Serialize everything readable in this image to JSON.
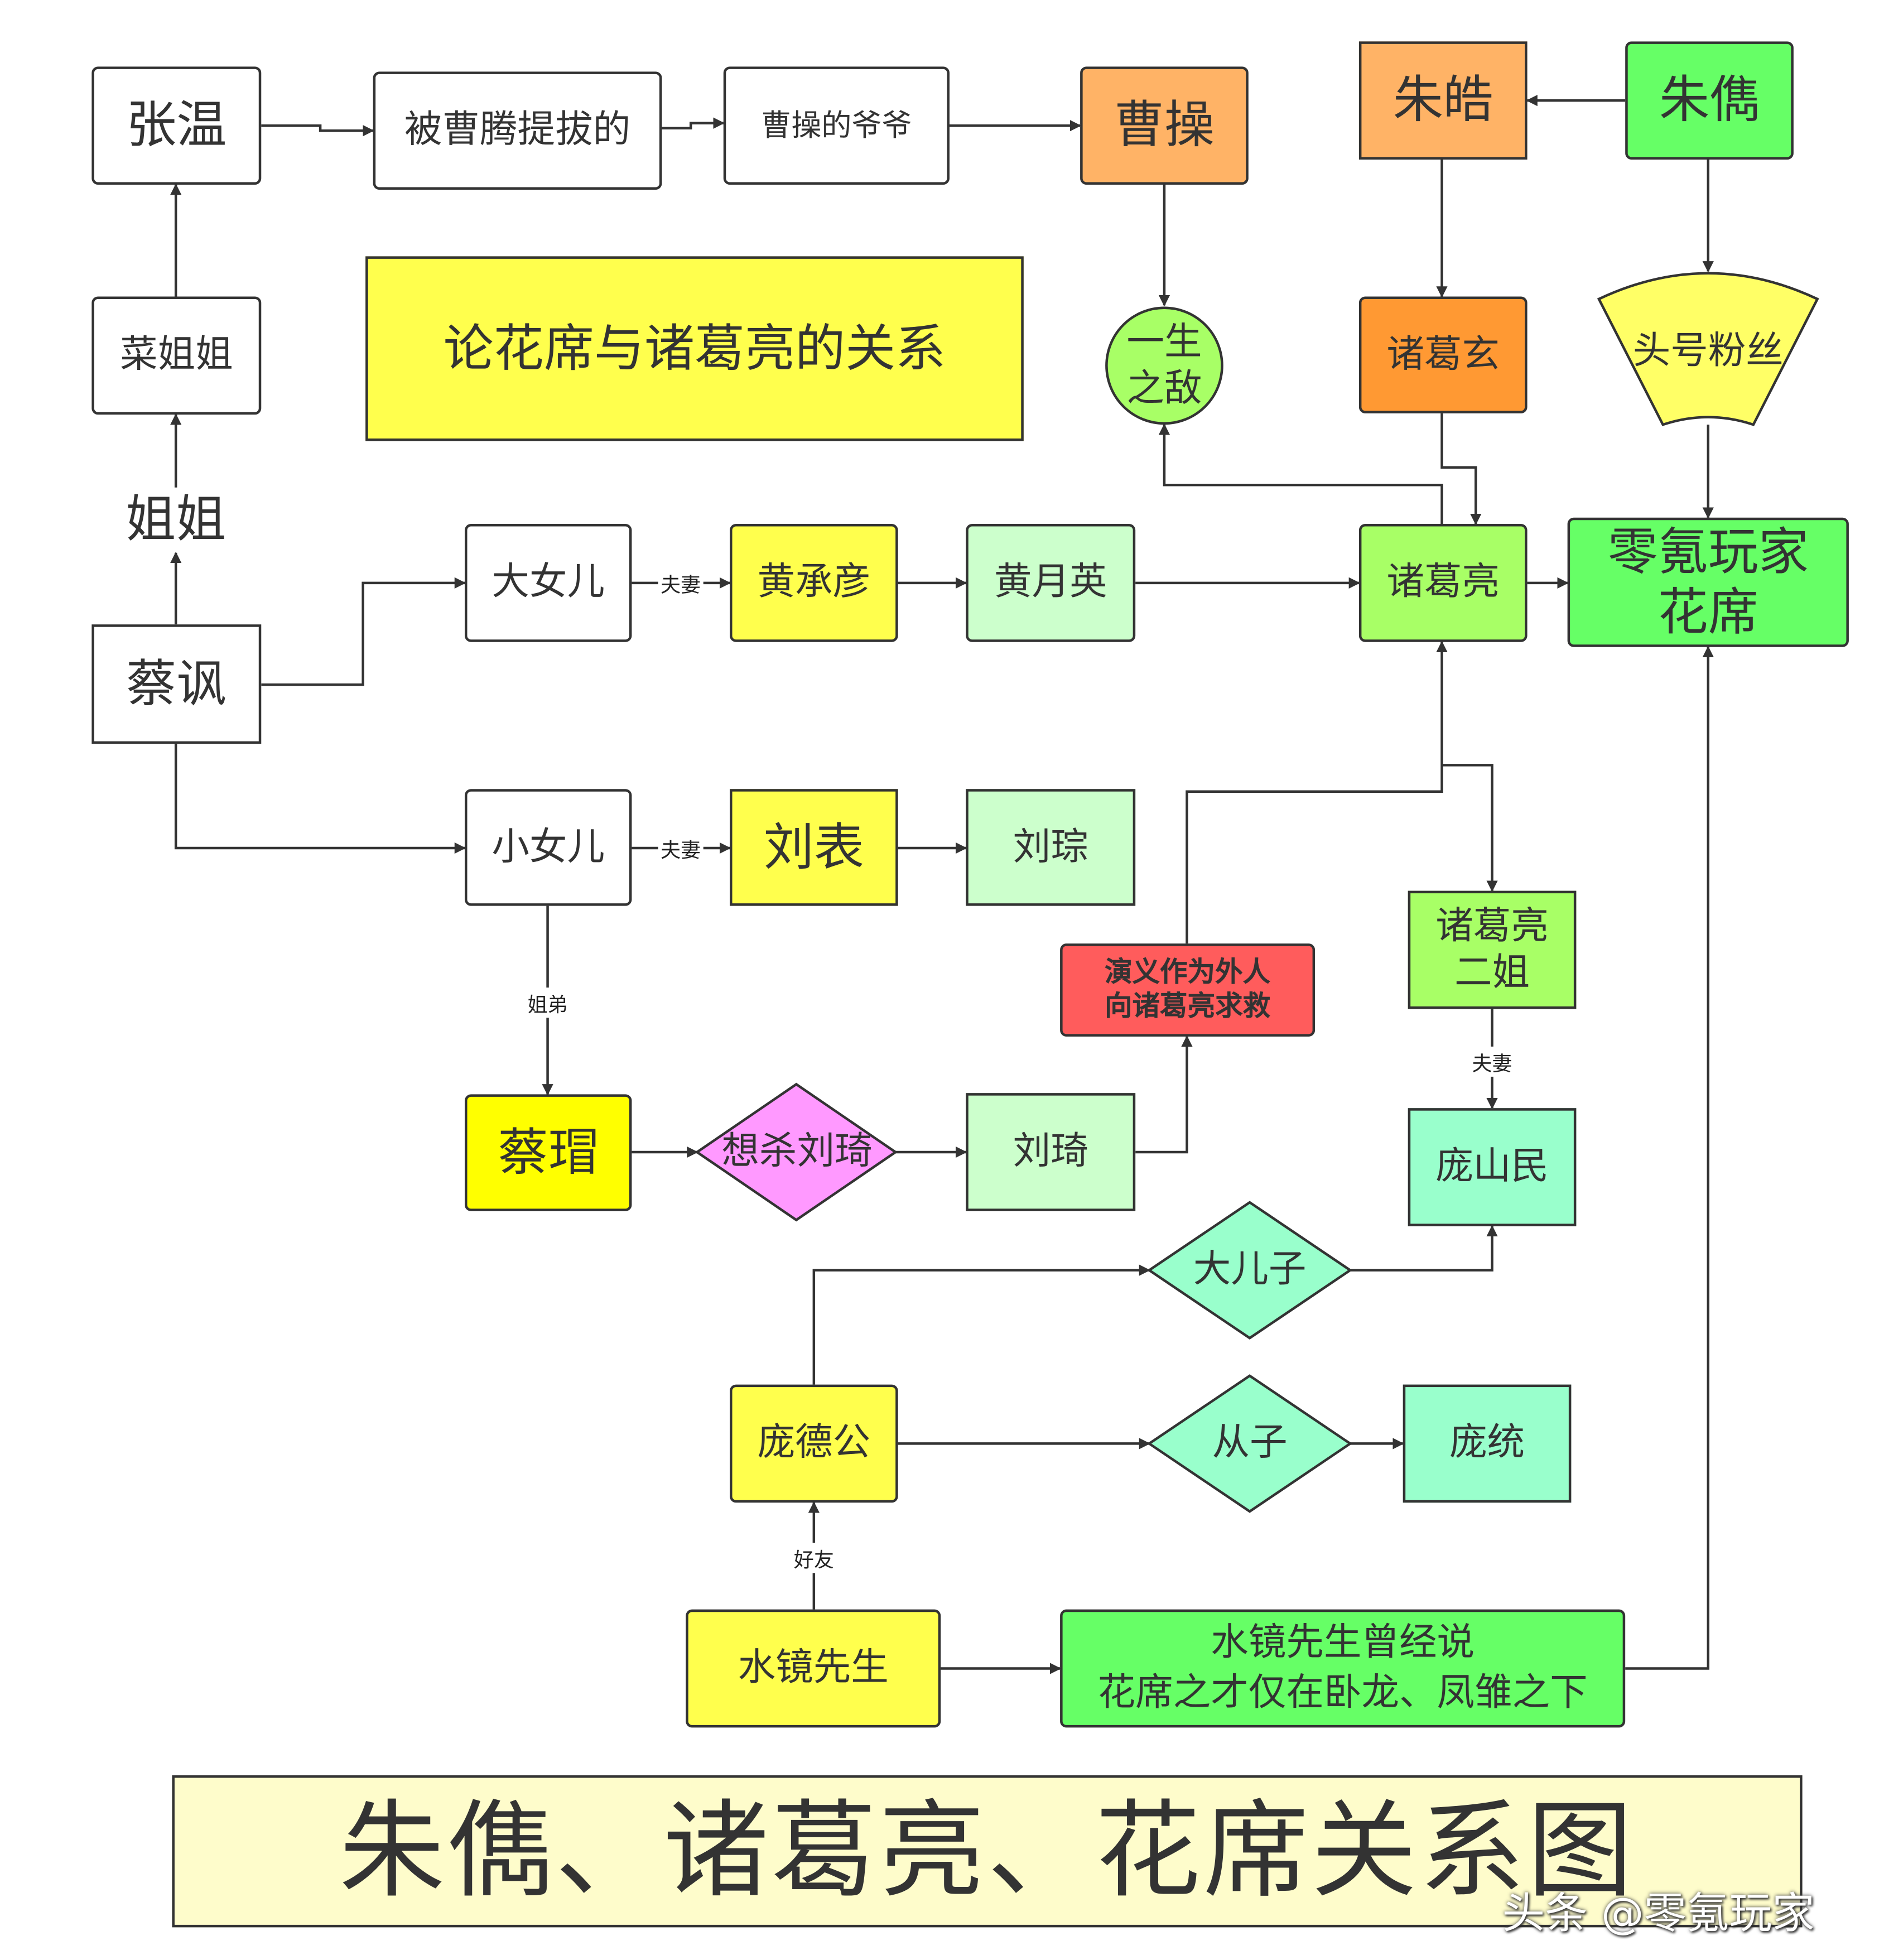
{
  "diagram": {
    "nodes": {
      "zhang_wen": "张温",
      "promoted_by_cao_teng": "被曹腾提拔的",
      "cao_cao_grandfather": "曹操的爷爷",
      "cao_cao": "曹操",
      "zhu_hao": "朱皓",
      "zhu_jun": "朱儁",
      "cai_jiejie": "菜姐姐",
      "main_title": "论花席与诸葛亮的关系",
      "lifelong_enemy": "一生\n之敌",
      "zhuge_xuan": "诸葛玄",
      "number_one_fan": "头号粉丝",
      "jiejie_text": "姐姐",
      "cai_feng": "蔡讽",
      "eldest_daughter": "大女儿",
      "huang_chengyan": "黄承彦",
      "huang_yueying": "黄月英",
      "zhuge_liang": "诸葛亮",
      "player_huaxi": "零氪玩家\n花席",
      "youngest_daughter": "小女儿",
      "liu_biao": "刘表",
      "liu_cong": "刘琮",
      "zhuge_second_sister": "诸葛亮\n二姐",
      "outsider_plea": "演义作为外人\n向诸葛亮求救",
      "cai_mao": "蔡瑁",
      "want_kill_liu_qi": "想杀刘琦",
      "liu_qi": "刘琦",
      "pang_shanmin": "庞山民",
      "eldest_son": "大儿子",
      "pang_degong": "庞德公",
      "cong_zi": "从子",
      "pang_tong": "庞统",
      "shuijing": "水镜先生",
      "shuijing_said": "水镜先生曾经说\n花席之才仅在卧龙、凤雏之下"
    },
    "edge_labels": {
      "fuqi_1": "夫妻",
      "fuqi_2": "夫妻",
      "fuqi_3": "夫妻",
      "jiedi": "姐弟",
      "haoyou": "好友"
    },
    "banner": "朱儁、诸葛亮、花席关系图",
    "watermark": "头条 @零氪玩家"
  },
  "colors": {
    "white": "#ffffff",
    "yellow": "#ffff4d",
    "light_yellow": "#fefccb",
    "orange": "#ffb366",
    "deep_orange": "#ff9933",
    "green_bright": "#66ff66",
    "green_light": "#a8ff66",
    "pale_green": "#ccffcc",
    "mint": "#99ffcc",
    "pink": "#ff99ff",
    "red": "#ff5c5c",
    "stroke": "#333333"
  }
}
